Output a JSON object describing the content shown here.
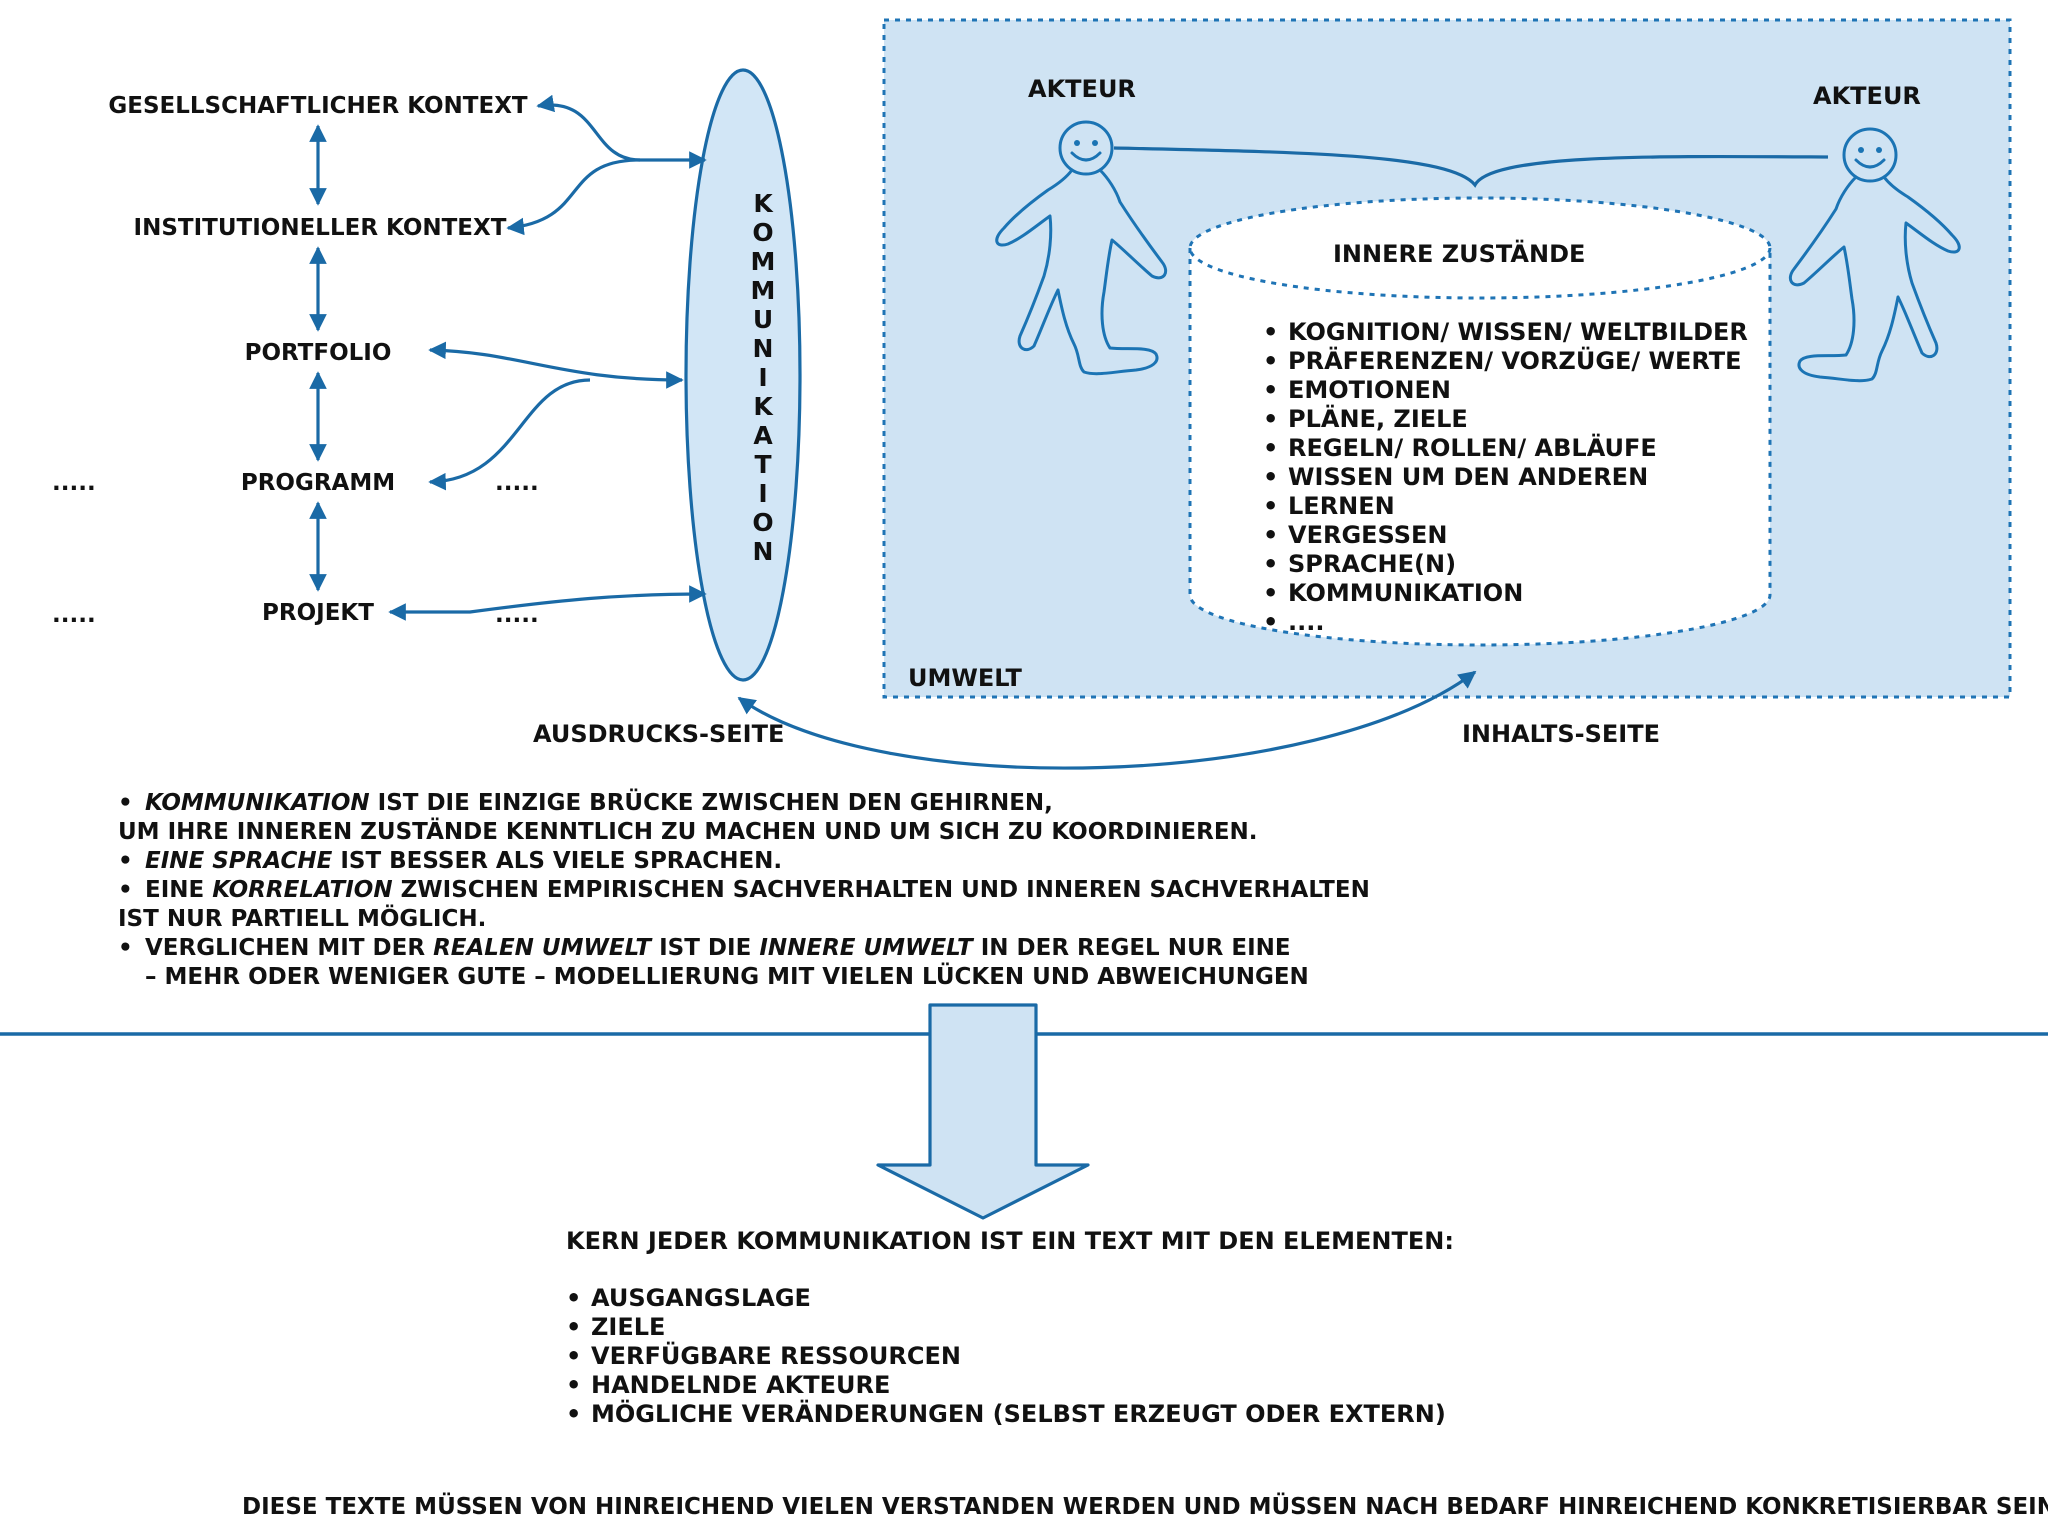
{
  "context": {
    "gesellschaftlich": "GESELLSCHAFTLICHER KONTEXT",
    "institutionell": "INSTITUTIONELLER KONTEXT",
    "portfolio": "PORTFOLIO",
    "programm": "PROGRAMM",
    "projekt": "PROJEKT",
    "dots": "....."
  },
  "kommunikation": {
    "letters": [
      "K",
      "O",
      "M",
      "M",
      "U",
      "N",
      "I",
      "K",
      "A",
      "T",
      "I",
      "O",
      "N"
    ]
  },
  "umwelt": {
    "label": "UMWELT",
    "actor_left": "AKTEUR",
    "actor_right": "AKTEUR",
    "inner_title": "INNERE ZUSTÄNDE",
    "inner_items": [
      "KOGNITION/ WISSEN/ WELTBILDER",
      "PRÄFERENZEN/ VORZÜGE/ WERTE",
      "EMOTIONEN",
      "PLÄNE, ZIELE",
      "REGELN/ ROLLEN/ ABLÄUFE",
      "WISSEN UM DEN ANDEREN",
      "LERNEN",
      "VERGESSEN",
      "SPRACHE(N)",
      "KOMMUNIKATION",
      "...."
    ]
  },
  "sides": {
    "ausdruck": "AUSDRUCKS-SEITE",
    "inhalt": "INHALTS-SEITE"
  },
  "statements": {
    "s1_italic": "KOMMUNIKATION",
    "s1_rest": " IST DIE EINZIGE BRÜCKE ZWISCHEN DEN GEHIRNEN,",
    "s1_line2": "UM IHRE INNEREN ZUSTÄNDE KENNTLICH ZU MACHEN UND UM SICH ZU KOORDINIEREN.",
    "s2_italic": "EINE SPRACHE",
    "s2_rest": " IST BESSER ALS VIELE SPRACHEN.",
    "s3_pre": "EINE ",
    "s3_italic": "KORRELATION",
    "s3_rest": " ZWISCHEN EMPIRISCHEN SACHVERHALTEN UND INNEREN SACHVERHALTEN",
    "s3_line2": "IST NUR PARTIELL MÖGLICH.",
    "s4_pre": "VERGLICHEN MIT DER ",
    "s4_italic1": "REALEN UMWELT",
    "s4_mid": " IST  DIE ",
    "s4_italic2": "INNERE UMWELT",
    "s4_rest": "  IN DER REGEL NUR EINE",
    "s4_line2": "– MEHR ODER WENIGER GUTE – MODELLIERUNG MIT VIELEN LÜCKEN UND ABWEICHUNGEN"
  },
  "kern": {
    "title": "KERN JEDER KOMMUNIKATION IST EIN TEXT MIT DEN ELEMENTEN:",
    "items": [
      "AUSGANGSLAGE",
      "ZIELE",
      "VERFÜGBARE RESSOURCEN",
      "HANDELNDE AKTEURE",
      "MÖGLICHE VERÄNDERUNGEN (SELBST ERZEUGT ODER EXTERN)"
    ]
  },
  "footer": "DIESE TEXTE MÜSSEN VON HINREICHEND VIELEN VERSTANDEN WERDEN UND MÜSSEN NACH BEDARF HINREICHEND KONKRETISIERBAR SEIN",
  "colors": {
    "accent": "#1a6aa6",
    "fill_light": "#cfe3f3",
    "fill_ellipse": "#d2e6f6"
  }
}
